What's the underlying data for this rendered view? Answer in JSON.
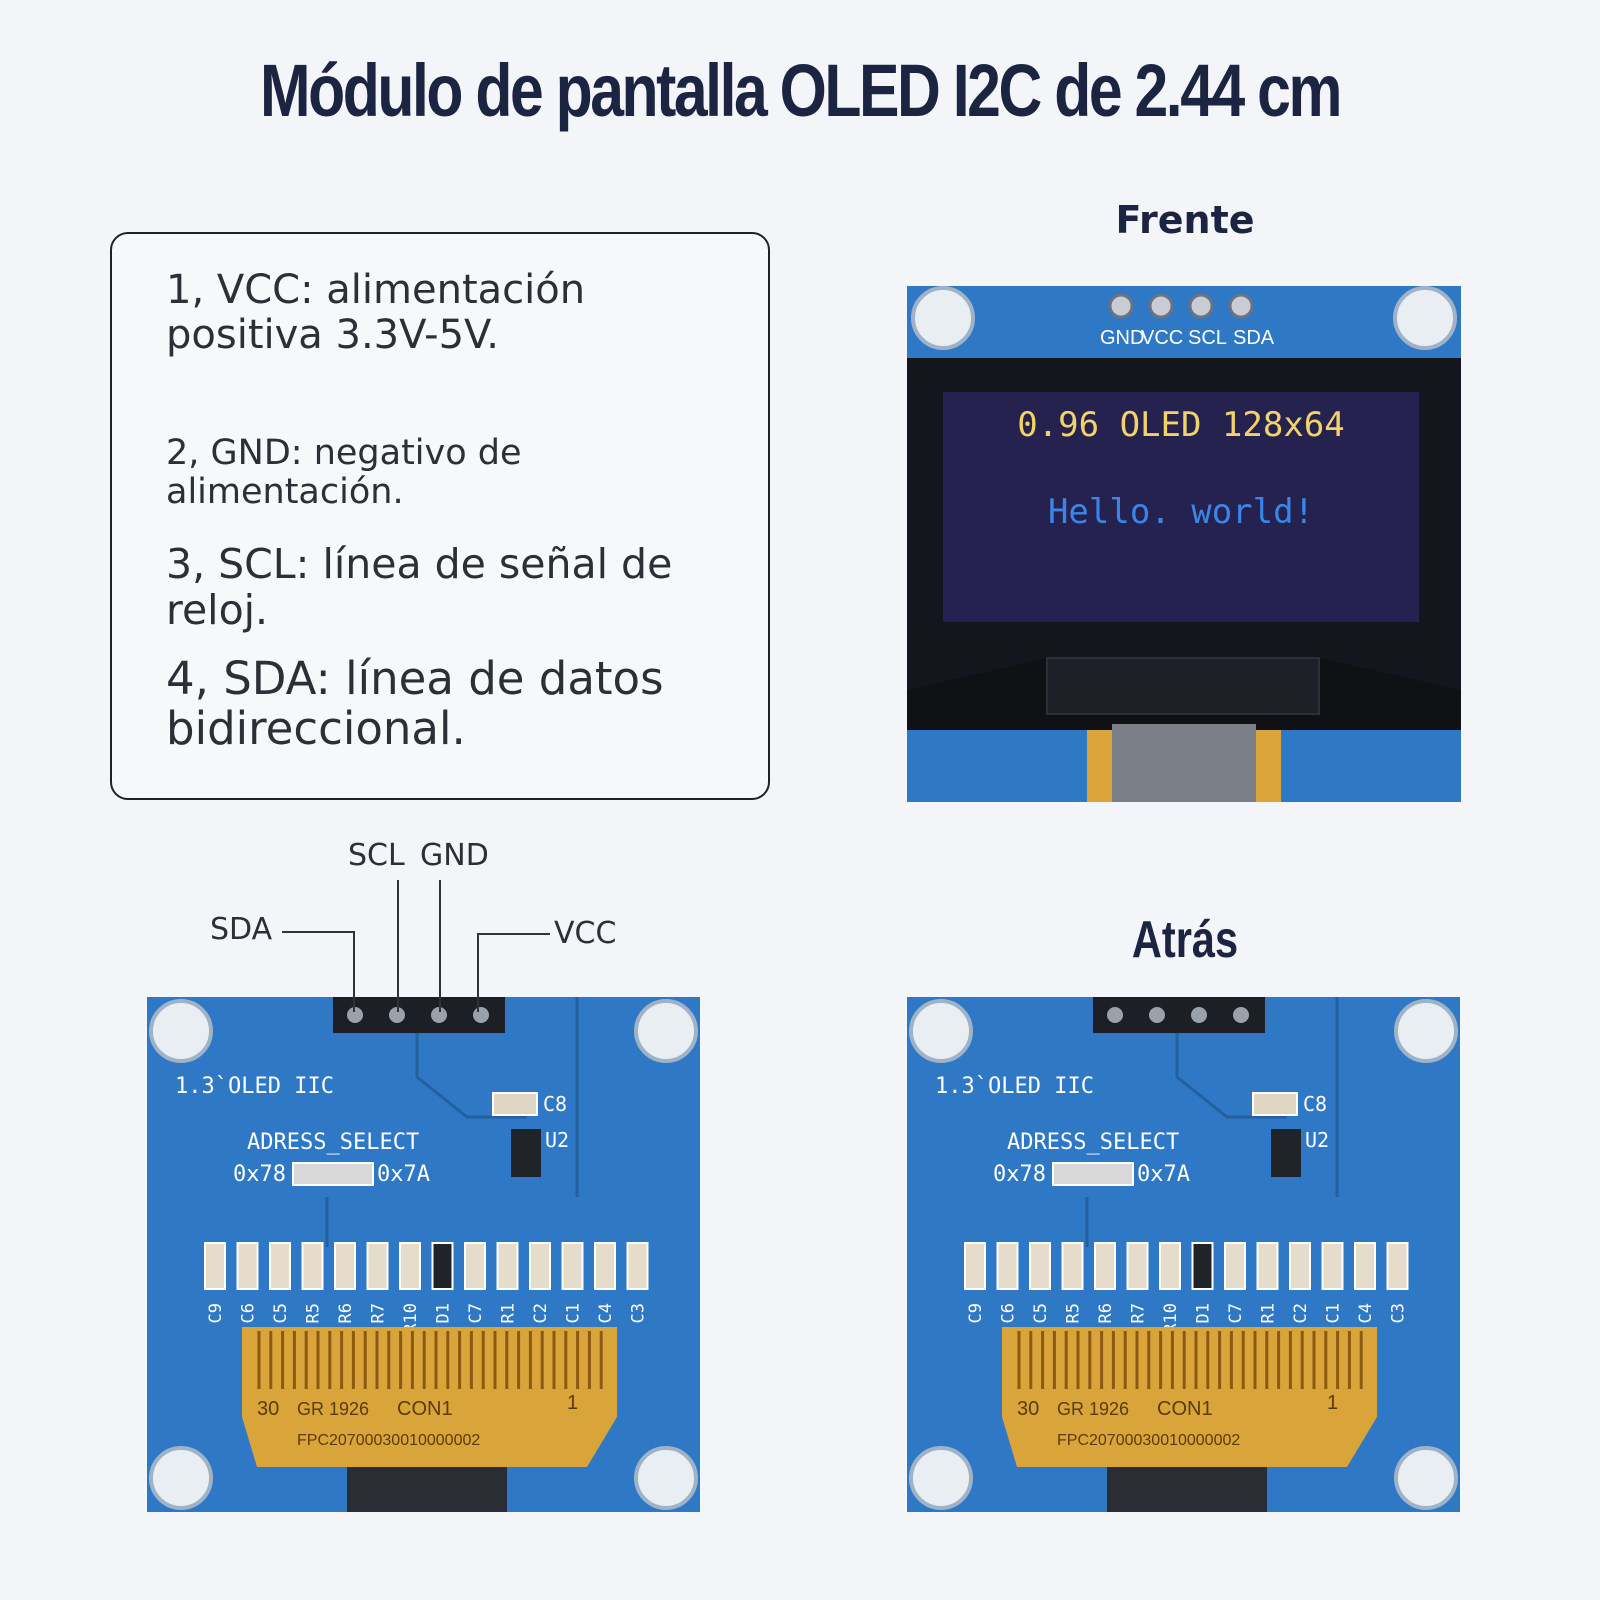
{
  "title": "Módulo de pantalla OLED I2C de 2.44 cm",
  "pin_descriptions": {
    "pin1": "1, VCC: alimentación positiva 3.3V-5V.",
    "pin2": "2, GND: negativo de alimentación.",
    "pin3": "3, SCL: línea de señal de reloj.",
    "pin4": "4, SDA: línea de datos bidireccional."
  },
  "front": {
    "label": "Frente",
    "header_pins": [
      "GND",
      "VCC",
      "SCL",
      "SDA"
    ],
    "screen_line1": "0.96 OLED 128x64",
    "screen_line2": "Hello. world!"
  },
  "back": {
    "label": "Atrás",
    "board_label": "1.3`OLED IIC",
    "address_label": "ADRESS_SELECT",
    "addr_left": "0x78",
    "addr_right": "0x7A",
    "component_c8": "C8",
    "component_u2": "U2",
    "components_row": [
      "C9",
      "C6",
      "C5",
      "R5",
      "R6",
      "R7",
      "R10",
      "D1",
      "C7",
      "R1",
      "C2",
      "C1",
      "C4",
      "C3"
    ],
    "fpc_text1": "30",
    "fpc_text2": "GR 1926",
    "fpc_text3": "CON1",
    "fpc_text4": "1",
    "fpc_text5": "FPC20700030010000002"
  },
  "callouts": {
    "sda": "SDA",
    "scl": "SCL",
    "gnd": "GND",
    "vcc": "VCC"
  },
  "colors": {
    "title": "#1b2440",
    "pcb_blue": "#2f78c6",
    "screen": "#25224f",
    "screen_yellow": "#f2d26a",
    "screen_blue": "#3a86e8",
    "flex_gold": "#d9a43a"
  }
}
